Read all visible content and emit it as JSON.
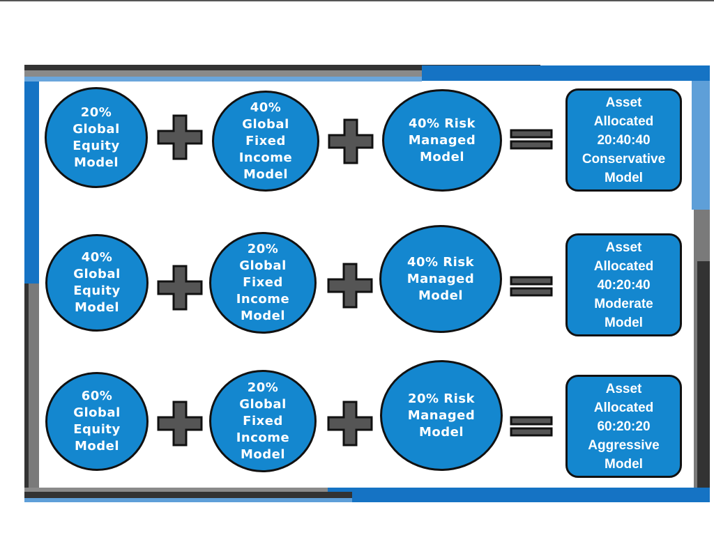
{
  "colors": {
    "node_fill": "#1487cf",
    "operator_fill": "#555555",
    "outline": "#111111",
    "frame_blue": "#1573c4",
    "frame_light_blue": "#5e9fd8",
    "frame_dark": "#333333",
    "frame_gray": "#7a7a7a"
  },
  "rows": [
    {
      "equity": "20%\nGlobal\nEquity\nModel",
      "fixed_income": "40%\nGlobal\nFixed\nIncome\nModel",
      "risk": "40% Risk\nManaged\nModel",
      "result": "Asset\nAllocated\n20:40:40\nConservative\nModel"
    },
    {
      "equity": "40%\nGlobal\nEquity\nModel",
      "fixed_income": "20%\nGlobal\nFixed\nIncome\nModel",
      "risk": "40% Risk\nManaged\nModel",
      "result": "Asset\nAllocated\n40:20:40\nModerate\nModel"
    },
    {
      "equity": "60%\nGlobal\nEquity\nModel",
      "fixed_income": "20%\nGlobal\nFixed\nIncome\nModel",
      "risk": "20% Risk\nManaged\nModel",
      "result": "Asset\nAllocated\n60:20:20\nAggressive\nModel"
    }
  ],
  "operators": {
    "plus": "plus-icon",
    "equals": "equals-icon"
  }
}
